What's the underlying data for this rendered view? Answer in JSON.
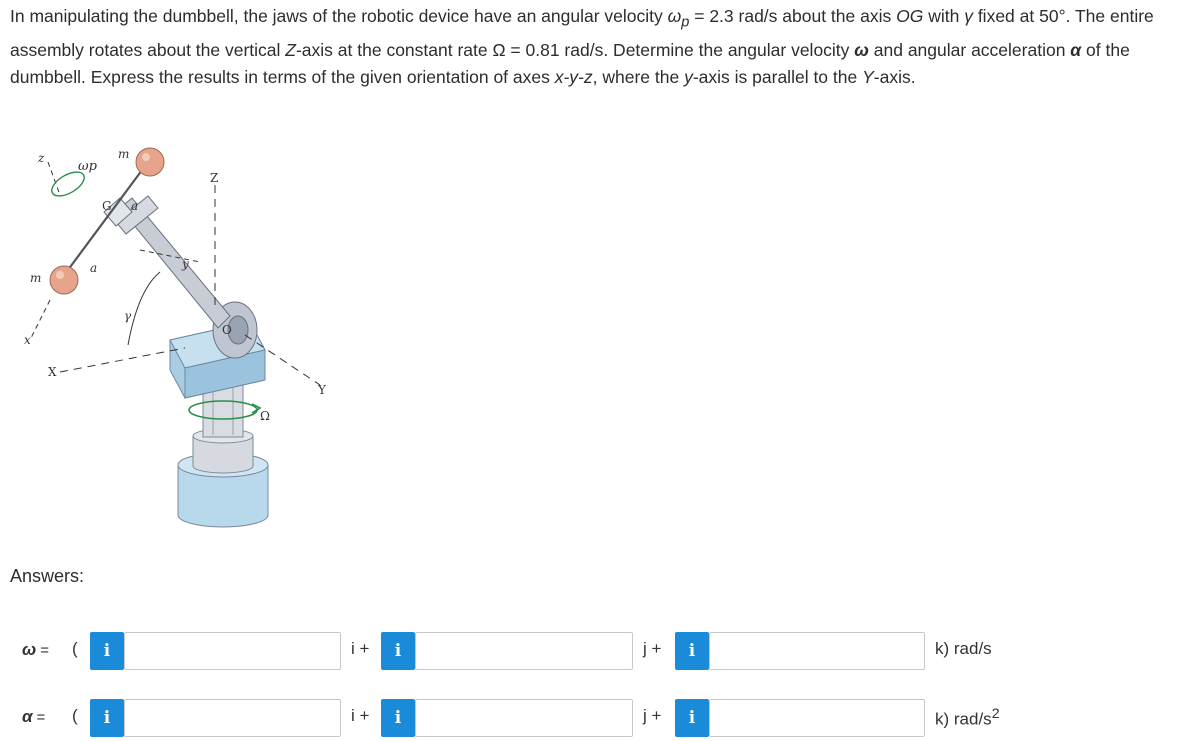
{
  "problem": {
    "part1": "In manipulating the dumbbell, the jaws of the robotic device have an angular velocity ",
    "omega_p_symbol": "ω",
    "omega_p_sub": "p",
    "part2": " = 2.3 rad/s about the axis ",
    "axis_og": "OG",
    "part3": " with ",
    "gamma_symbol": "γ",
    "part4": " fixed at 50°. The entire assembly rotates about the vertical ",
    "z_axis": "Z",
    "part5": "-axis at the constant rate Ω = 0.81 rad/s. Determine the angular velocity ",
    "omega_bold": "ω",
    "part6": " and angular acceleration ",
    "alpha_bold": "α",
    "part7": " of the dumbbell. Express the results in terms of the given orientation of axes ",
    "axes_xyz": "x-y-z",
    "part8": ", where the ",
    "y_axis": "y",
    "part9": "-axis is parallel to the ",
    "Y_axis": "Y",
    "part10": "-axis."
  },
  "figure": {
    "labels": {
      "z": "z",
      "omega_p": "ωp",
      "m_top": "m",
      "G": "G",
      "a_top": "a",
      "Z": "Z",
      "y": "y",
      "a_mid": "a",
      "m_left": "m",
      "gamma": "γ",
      "O": "O",
      "x": "x",
      "X": "X",
      "Y": "Y",
      "Omega": "Ω"
    },
    "colors": {
      "ball": "#e6a48c",
      "metal": "#c8ccd4",
      "block": "#aacde4",
      "base": "#b8d8ec"
    }
  },
  "answers": {
    "label": "Answers:",
    "omega": {
      "symbol": "ω",
      "eq": "=",
      "paren": "(",
      "i_unit": "i +",
      "j_unit": "j +",
      "k_unit": "k) rad/s",
      "values": [
        "",
        "",
        ""
      ]
    },
    "alpha": {
      "symbol": "α",
      "eq": "=",
      "paren": "(",
      "i_unit": "i +",
      "j_unit": "j +",
      "k_unit": "k) rad/s",
      "k_unit_sup": "2",
      "values": [
        "",
        "",
        ""
      ]
    },
    "info_button_label": "i"
  }
}
